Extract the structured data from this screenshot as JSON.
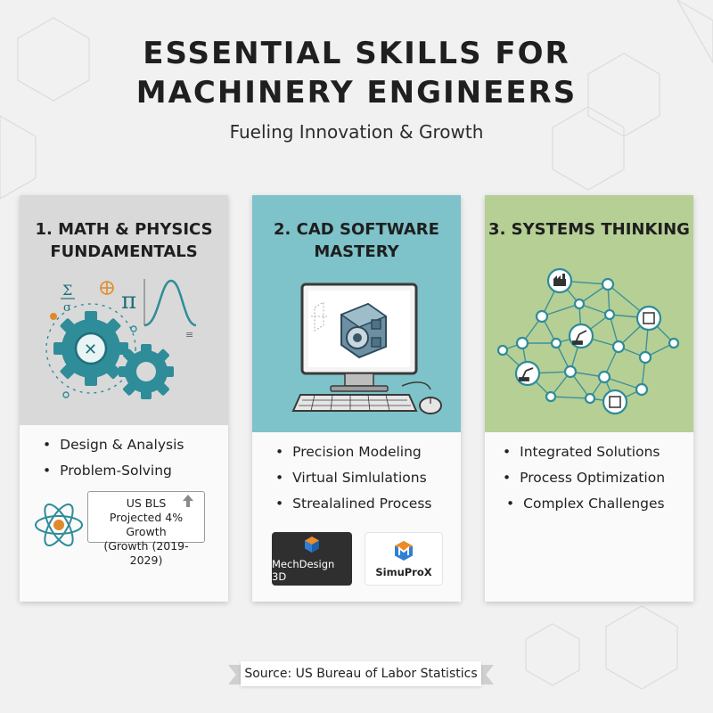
{
  "header": {
    "title": "ESSENTIAL SKILLS FOR\nMACHINERY ENGINEERS",
    "subtitle": "Fueling Innovation & Growth"
  },
  "cards": [
    {
      "title": "1. MATH & PHYSICS\nFUNDAMENTALS",
      "bg_color": "#d9d9d9",
      "bullets": [
        "Design & Analysis",
        "Problem-Solving"
      ],
      "stat": {
        "line1": "US BLS",
        "line2": "Projected 4% Growth",
        "line3": "(Growth (2019-2029)",
        "arrow_icon": "up-arrow-icon"
      },
      "icons": [
        "sigma-formula-icon",
        "gear-icon",
        "pi-symbol-icon",
        "wave-graph-icon",
        "atom-icon"
      ],
      "symbols": {
        "sigma": "Σ",
        "sigma_sub": "σ",
        "pi": "π",
        "cross": "✕",
        "lines": "≡"
      }
    },
    {
      "title": "2. CAD SOFTWARE\nMASTERY",
      "bg_color": "#7ec3c9",
      "bullets": [
        "Precision Modeling",
        "Virtual Simlulations",
        "Strealalined Process"
      ],
      "logos": [
        {
          "label": "MechDesign 3D",
          "bg": "#2f2f2f",
          "fg": "#ffffff"
        },
        {
          "label": "SimuProX",
          "bg": "#ffffff",
          "fg": "#222222"
        }
      ],
      "icons": [
        "computer-monitor-icon",
        "keyboard-icon",
        "mouse-icon"
      ]
    },
    {
      "title": "3. SYSTEMS THINKING",
      "bg_color": "#b6cf95",
      "bullets": [
        "Integrated Solutions",
        "Process Optimization",
        "Complex Challenges"
      ],
      "icons": [
        "network-graph-icon",
        "factory-icon",
        "chip-icon",
        "robot-arm-icon"
      ]
    }
  ],
  "footer": {
    "source": "Source: US Bureau of Labor Statistics"
  },
  "colors": {
    "teal": "#2f8c99",
    "dark_teal": "#1f6f7a",
    "accent_orange": "#e08a2b"
  }
}
